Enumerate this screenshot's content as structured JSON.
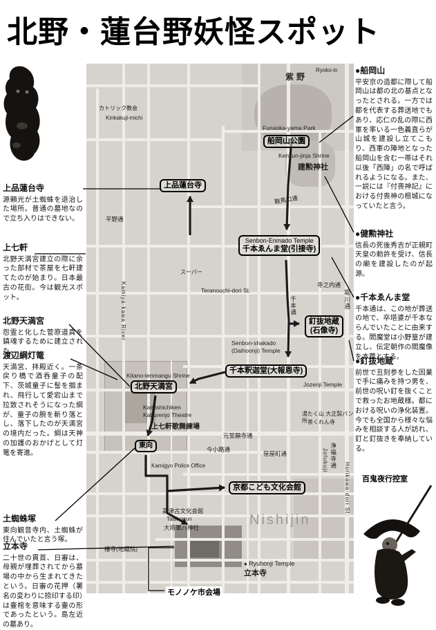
{
  "page": {
    "title": "北野・蓮台野妖怪スポット"
  },
  "colors": {
    "ink": "#000000",
    "map_bg": "#d6d3cd",
    "street": "#efede9"
  },
  "left_column": [
    {
      "heading": "上品蓮台寺",
      "body": "源頼光が土蜘蛛を退治した場所。普通の墓地なので立ち入りはできない。"
    },
    {
      "heading": "上七軒",
      "body": "北野天満宮建立の際に余った部材で茶屋を七軒建てたのが始まり。日本最古の花街。今は観光スポット。"
    },
    {
      "heading": "北野天満宮",
      "body": "怨霊と化した菅原道真を鎮魂するために建立された。"
    },
    {
      "heading": "渡辺綱灯篭",
      "body": "天満宮、拝殿近く。一条戻り橋で酒呑童子の配下、茨城童子に髻を掴まれ、飛行して愛宕山まで拉致されそうになった綱が、童子の腕を斬り落とし、落下したのが天満宮の境内だった。綱は天神の加護のおかげとして灯篭を寄進。"
    },
    {
      "heading": "土蜘蛛塚",
      "body": "東向観音寺内、土蜘蛛が住んでいたと言う塚。"
    },
    {
      "heading": "立本寺",
      "body": "二十世の貫首、日審は、母親が埋葬されてから墓場の中から生まれてきたという。日審の花押（署名の変わりに捺印する印）は壷棺を意味する壷の形であったという。島左近の墓あり。"
    }
  ],
  "right_column": [
    {
      "heading": "●船岡山",
      "body": "平安京の造都に際して船岡山は都の北の基点となったとされる。一方では都を代表する葬送地でもあり、応仁の乱の際に西軍を率いる一色義直らが山城を建設し立てこもり、西軍の陣地となった船岡山を含む一帯はそれ以後「西陣」の名で呼ばれるようになる。また、一説には『付喪神記』における付喪神の根城になっていたと言う。"
    },
    {
      "heading": "●健勲神社",
      "body": "信長の死後秀吉が正親町天皇の勅許を受け、信長の廟を建設したのが起源。"
    },
    {
      "heading": "●千本ゑんま堂",
      "body": "千本通は、この地が葬送の地で、卒塔婆が千本ならんでいたことに由来する。閻魔堂は小野篁が建立し、伝定朝作の閻魔像を本尊とする。"
    },
    {
      "heading": "●釘抜地蔵",
      "body": "前世で丑刻参をした因業で手に痛みを持つ男を、前世の呪い釘を抜くことで救ったお地蔵様。都における呪いの浄化装置。今でも全国から様々な悩みを相談する人が訪れ、釘と釘抜きを奉納している。"
    }
  ],
  "map": {
    "boxes": [
      {
        "text": "上品蓮台寺"
      },
      {
        "text": "船岡山公園"
      },
      {
        "en": "Senbon-Enmado Temple",
        "ja": "千本ゑんま堂(引接寺)"
      },
      {
        "text": "釘抜地蔵\n(石像寺)"
      },
      {
        "text": "千本釈迦堂(大報恩寺)"
      },
      {
        "text": "北野天満宮"
      },
      {
        "text": "東向"
      },
      {
        "text": "京都こども文化会館"
      }
    ],
    "labels": [
      {
        "text": "紫野"
      },
      {
        "text": "Ryoko-in"
      },
      {
        "text": "カトリック教会"
      },
      {
        "text": "Kinkakuji-michi"
      },
      {
        "text": "Funaoka-yama Park"
      },
      {
        "text": "Kenkun-jinja Shrine"
      },
      {
        "text": "建勲神社"
      },
      {
        "text": "鞍馬口通"
      },
      {
        "text": "平野通"
      },
      {
        "text": "スーパー"
      },
      {
        "text": "Teranouchi-dori St."
      },
      {
        "text": "寺之内通"
      },
      {
        "text": "千本通"
      },
      {
        "text": "Senbon-shakado\n(Daihoonji) Temple"
      },
      {
        "text": "Jozenji Temple"
      },
      {
        "text": "Kitano-tenmangu Shrine"
      },
      {
        "text": "Kamiya-kawa River"
      },
      {
        "text": "Kamishichiken\nKaburenjo Theatre"
      },
      {
        "text": "上七軒歌舞練場"
      },
      {
        "text": "湯たく山 大正製パン所"
      },
      {
        "text": "茶くれん寺"
      },
      {
        "text": "元誓願寺通"
      },
      {
        "text": "今小路通"
      },
      {
        "text": "笹屋町通"
      },
      {
        "text": "浄福寺通"
      },
      {
        "text": "Jofukuji"
      },
      {
        "text": "Kamigyo Police Office"
      },
      {
        "text": "高津古文化会館"
      },
      {
        "text": "Taishogun"
      },
      {
        "text": "大将軍八神社"
      },
      {
        "text": "Nishijin"
      },
      {
        "text": "Ryuhonji Temple"
      },
      {
        "text": "立本寺"
      },
      {
        "text": "椿寺(地蔵院)"
      },
      {
        "text": "堀川通"
      },
      {
        "text": "Horikawa-dori St."
      }
    ]
  },
  "footer": {
    "mononoke": "モノノケ市会場",
    "hyakki": "百鬼夜行控室"
  }
}
